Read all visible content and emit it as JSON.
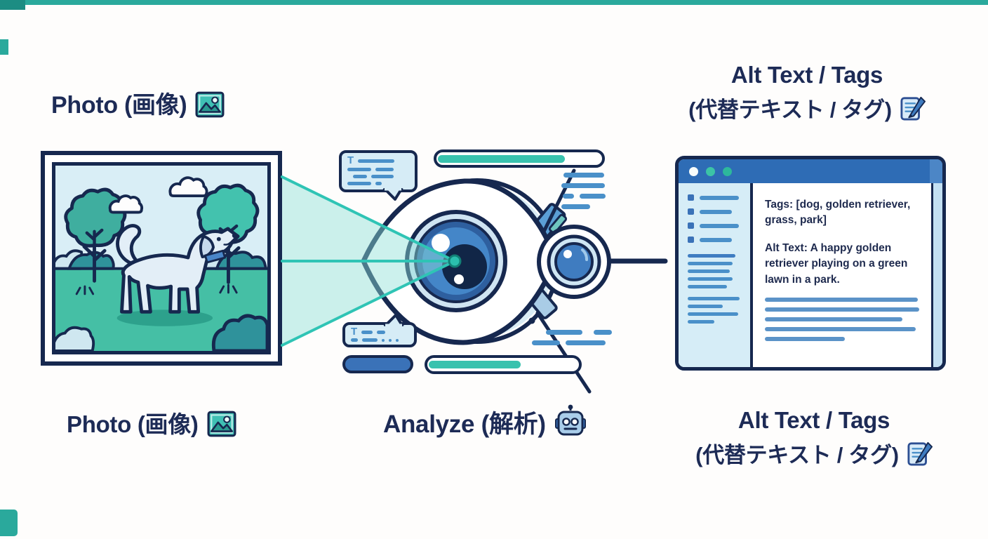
{
  "palette": {
    "navy": "#1d2b56",
    "teal": "#2fbfae",
    "blue": "#4a90c9",
    "light_blue": "#d6ecf6",
    "titlebar_blue": "#2e6cb5"
  },
  "stages": {
    "photo": {
      "label_top": "Photo (画像)",
      "label_bottom": "Photo (画像)",
      "icon": "picture-icon"
    },
    "analyze": {
      "label": "Analyze (解析)",
      "icon": "robot-icon"
    },
    "output": {
      "line1": "Alt Text / Tags",
      "line2": "(代替テキスト / タグ)",
      "icon": "memo-pencil-icon"
    }
  },
  "analysis": {
    "bubble_glyph": "T",
    "progress_top_pct": 78,
    "progress_bottom_pct": 62
  },
  "browser": {
    "tags_text": "Tags: [dog, golden retriever, grass, park]",
    "alt_text": "Alt Text: A happy golden retriever playing on a green lawn in a park.",
    "window_dots": [
      "white",
      "teal",
      "teal"
    ]
  }
}
